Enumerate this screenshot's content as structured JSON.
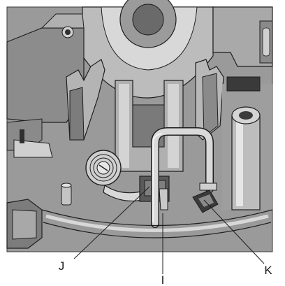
{
  "figure": {
    "callouts": [
      {
        "id": "J",
        "label": "J"
      },
      {
        "id": "I",
        "label": "I"
      },
      {
        "id": "K",
        "label": "K"
      }
    ],
    "colors": {
      "background": "#9a9a9a",
      "dark_shade": "#4a4a4a",
      "mid_shade": "#7d7d7d",
      "light_shade": "#c8c8c8",
      "highlight": "#e6e6e6",
      "outline": "#1f1f1f"
    }
  }
}
